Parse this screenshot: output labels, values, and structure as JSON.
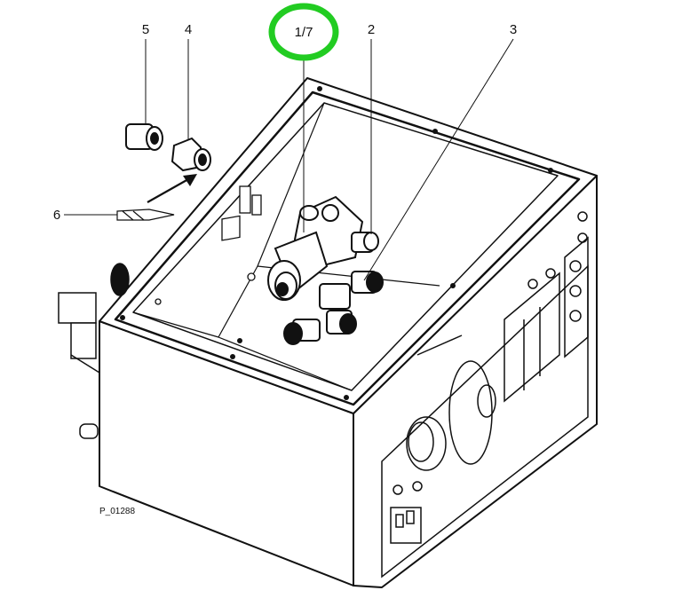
{
  "callouts": {
    "c1": "5",
    "c2": "4",
    "c3": "1/7",
    "c4": "2",
    "c5": "3",
    "c6": "6"
  },
  "figure_code": "P_01288",
  "colors": {
    "highlight_circle": "#22cc22",
    "line": "#111111",
    "fill": "#ffffff"
  }
}
